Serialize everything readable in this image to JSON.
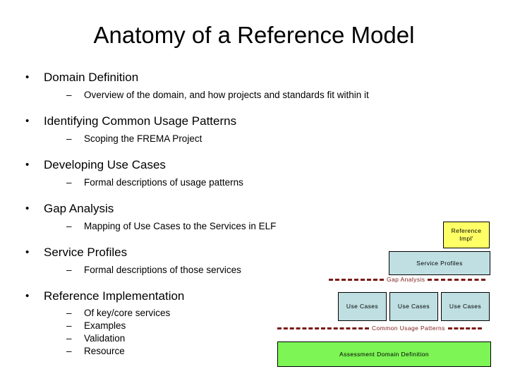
{
  "slide": {
    "title": "Anatomy of a Reference Model",
    "bullet_marker": "•",
    "sub_marker": "–"
  },
  "outline": [
    {
      "label": "Domain Definition",
      "subs": [
        "Overview of the domain, and how projects and standards fit within it"
      ]
    },
    {
      "label": "Identifying Common Usage Patterns",
      "subs": [
        "Scoping the FREMA Project"
      ]
    },
    {
      "label": "Developing Use Cases",
      "subs": [
        "Formal descriptions of usage patterns"
      ]
    },
    {
      "label": "Gap Analysis",
      "subs": [
        "Mapping of Use Cases to the Services in ELF"
      ]
    },
    {
      "label": "Service Profiles",
      "subs": [
        "Formal descriptions of those services"
      ]
    },
    {
      "label": "Reference Implementation",
      "subs": [
        "Of key/core services",
        "Examples",
        "Validation",
        "Resource"
      ]
    }
  ],
  "diagram": {
    "reference_impl": "Reference Impl'",
    "service_profiles": "Service Profiles",
    "use_cases_1": "Use Cases",
    "use_cases_2": "Use Cases",
    "use_cases_3": "Use Cases",
    "gap_analysis": "Gap Analysis",
    "common_usage_patterns": "Common Usage Patterns",
    "base": "Assessment Domain Definition",
    "colors": {
      "reference_impl_fill": "#ffff66",
      "service_fill": "#bfdfe2",
      "use_case_fill": "#bfdfe2",
      "base_fill": "#7cf555",
      "separator": "#7b1a16",
      "border": "#000000"
    }
  }
}
